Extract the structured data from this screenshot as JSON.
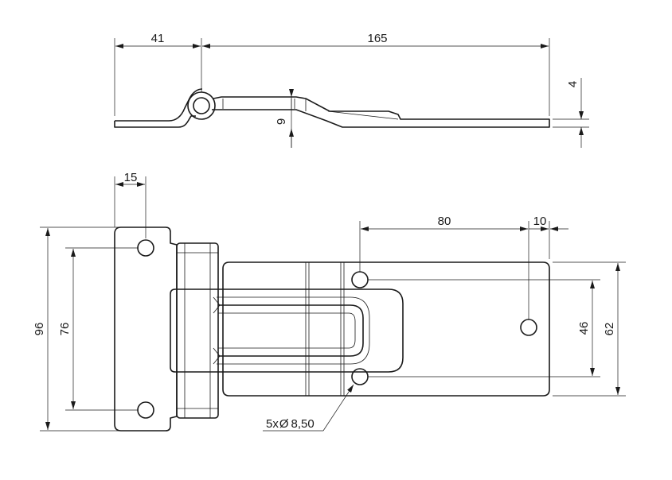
{
  "dimensions": {
    "top_offset": "41",
    "total_length": "165",
    "thickness": "4",
    "height": "9",
    "hole_edge": "15",
    "hinge_height": "96",
    "hinge_hole_pitch": "76",
    "plate_hole_pitch": "80",
    "plate_edge": "10",
    "plate_hole_spacing": "46",
    "plate_height": "62"
  },
  "callout": {
    "count": "5x",
    "diameter_symbol": "Ø",
    "diameter": "8,50"
  }
}
